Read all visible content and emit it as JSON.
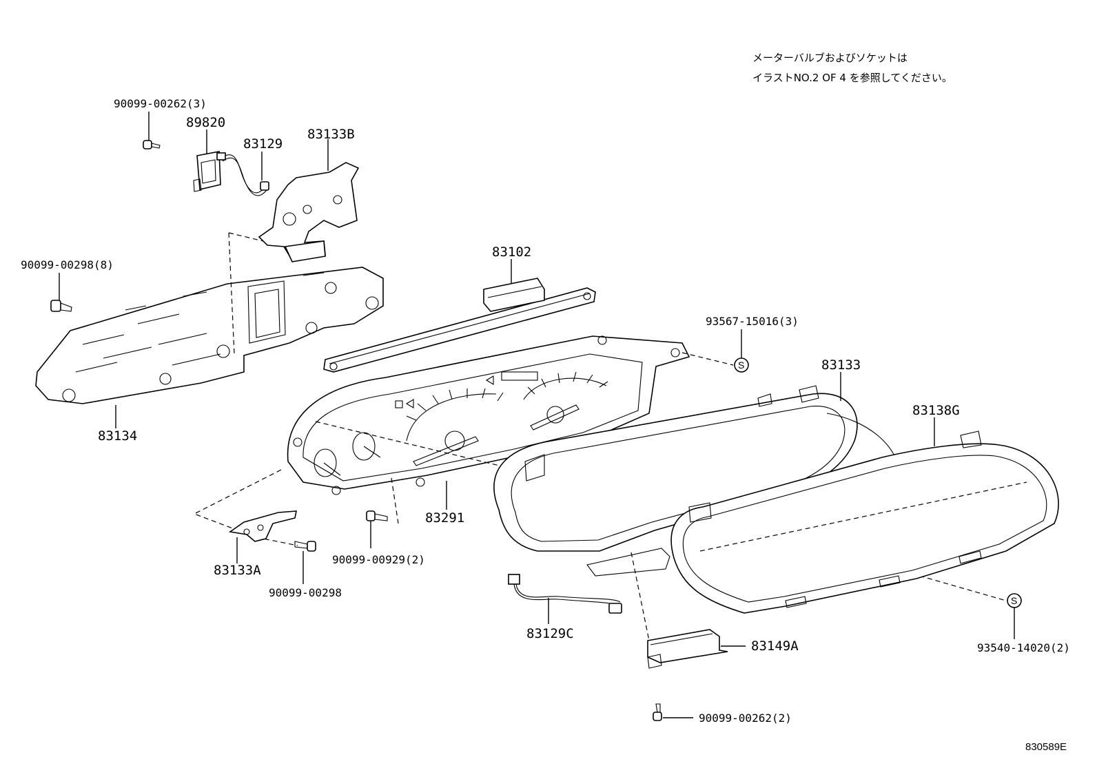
{
  "note": {
    "line1": "メーターバルブおよびソケットは",
    "line2": "イラストNO.2 OF 4 を参照してください。"
  },
  "reference_code": "830589E",
  "symbol_letter": "S",
  "labels": {
    "p_90099_00262_3": "90099-00262(3)",
    "p_89820": "89820",
    "p_83129": "83129",
    "p_83133B": "83133B",
    "p_90099_00298_8": "90099-00298(8)",
    "p_83102": "83102",
    "p_93567_15016_3": "93567-15016(3)",
    "p_83133": "83133",
    "p_83138G": "83138G",
    "p_83134": "83134",
    "p_83291": "83291",
    "p_83133A": "83133A",
    "p_90099_00929_2": "90099-00929(2)",
    "p_90099_00298": "90099-00298",
    "p_83129C": "83129C",
    "p_83149A": "83149A",
    "p_93540_14020_2": "93540-14020(2)",
    "p_90099_00262_2": "90099-00262(2)"
  }
}
